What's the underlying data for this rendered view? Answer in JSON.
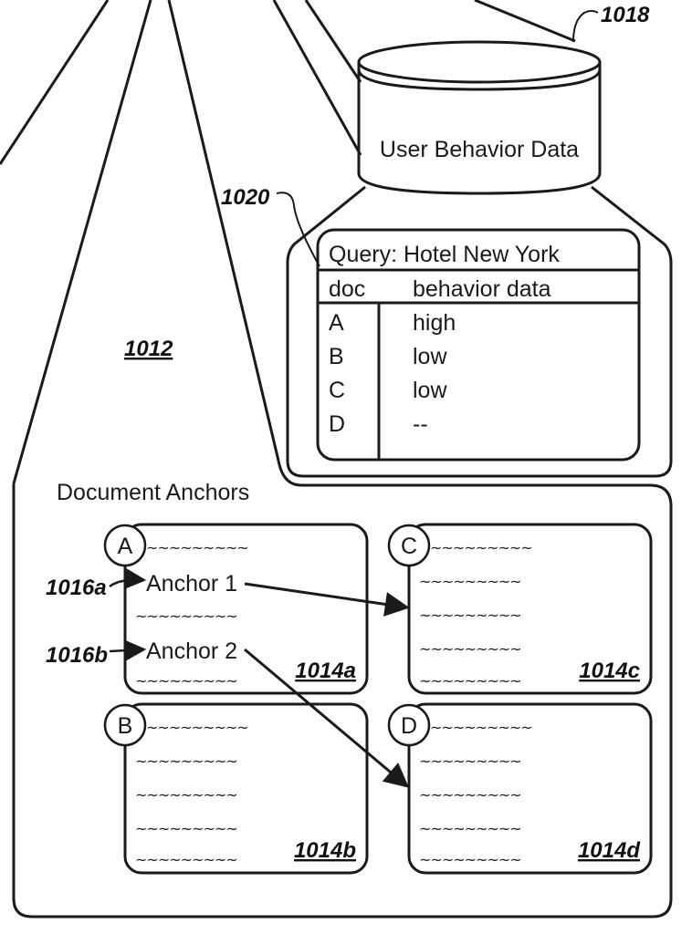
{
  "database": {
    "label": "User Behavior Data",
    "ref": "1018"
  },
  "table": {
    "ref": "1020",
    "query": "Query: Hotel New York",
    "col_doc": "doc",
    "col_behavior": "behavior data",
    "rows": [
      {
        "doc": "A",
        "behavior": "high"
      },
      {
        "doc": "B",
        "behavior": "low"
      },
      {
        "doc": "C",
        "behavior": "low"
      },
      {
        "doc": "D",
        "behavior": "--"
      }
    ]
  },
  "region_ref": "1012",
  "anchors_section": {
    "title": "Document Anchors",
    "docs": [
      {
        "letter": "A",
        "ref": "1014a"
      },
      {
        "letter": "B",
        "ref": "1014b"
      },
      {
        "letter": "C",
        "ref": "1014c"
      },
      {
        "letter": "D",
        "ref": "1014d"
      }
    ],
    "anchor1": {
      "label": "Anchor 1",
      "ref": "1016a"
    },
    "anchor2": {
      "label": "Anchor 2",
      "ref": "1016b"
    },
    "squiggle": "~~~~~~~~~"
  }
}
